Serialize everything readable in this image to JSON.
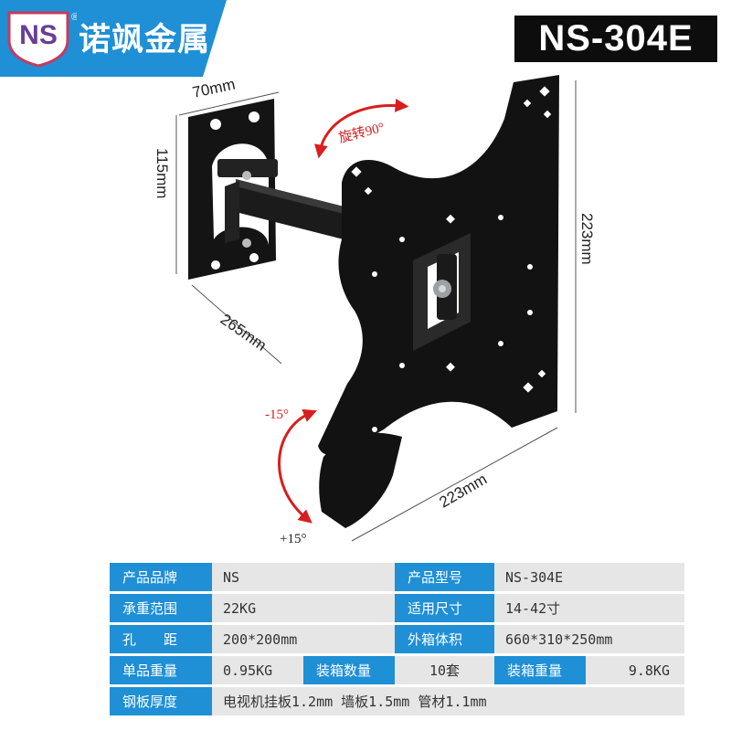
{
  "brand": {
    "name": "诺飒金属",
    "logo_text": "NS",
    "registered_mark": "®",
    "accent_color": "#1f8fd6"
  },
  "model": "NS-304E",
  "dimensions": {
    "plate_width": "70mm",
    "plate_height": "115mm",
    "arm_length": "265mm",
    "panel_height": "223mm",
    "panel_width": "223mm",
    "rotation": "旋转90°",
    "tilt_up": "-15°",
    "tilt_down": "+15°"
  },
  "specs": {
    "brand_label": "产品品牌",
    "brand_value": "NS",
    "model_label": "产品型号",
    "model_value": "NS-304E",
    "load_label": "承重范围",
    "load_value": "22KG",
    "size_label": "适用尺寸",
    "size_value": "14-42寸",
    "hole_label": "孔　　距",
    "hole_value": "200*200mm",
    "carton_label": "外箱体积",
    "carton_value": "660*310*250mm",
    "unit_weight_label": "单品重量",
    "unit_weight_value": "0.95KG",
    "qty_label": "装箱数量",
    "qty_value": "10套",
    "box_weight_label": "装箱重量",
    "box_weight_value": "9.8KG",
    "thickness_label": "钢板厚度",
    "thickness_value": "电视机挂板1.2mm 墙板1.5mm 管材1.1mm"
  }
}
